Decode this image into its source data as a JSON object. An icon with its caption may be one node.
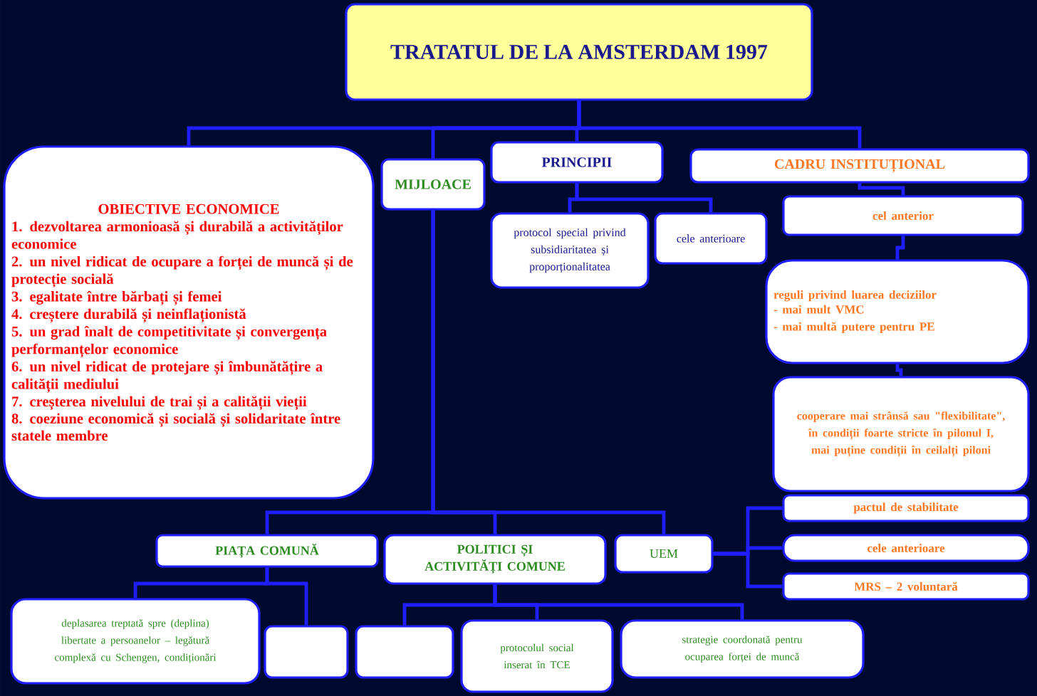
{
  "diagram": {
    "nodes": [
      {
        "text": [
          "TRATATUL DE LA AMSTERDAM 1997"
        ]
      },
      {
        "text": [
          "OBIECTIVE ECONOMICE",
          "1. dezvoltarea armonioasă și durabilă a activităților economice",
          "2. un nivel ridicat de ocupare a forței de muncă și de protecție socială",
          "3. egalitate între bărbați și femei",
          "4. creștere durabilă și neinflaționistă",
          "5. un grad înalt de competitivitate și convergența performanțelor economice",
          "6. un nivel ridicat de protejare și îmbunătățire a calității mediului",
          "7. creșterea nivelului de trai și a calității vieții",
          "8. coeziune economică și socială și solidaritate între statele membre"
        ]
      },
      {
        "text": [
          "MIJLOACE"
        ]
      },
      {
        "text": [
          "PRINCIPII"
        ]
      },
      {
        "text": [
          "CADRU INSTITUȚIONAL"
        ]
      },
      {
        "text": [
          "protocol special privind subsidiaritatea și proporționalitatea"
        ]
      },
      {
        "text": [
          "cele anterioare"
        ]
      },
      {
        "text": [
          "cel anterior"
        ]
      },
      {
        "text": [
          "reguli privind luarea deciziilor",
          "- mai mult VMC",
          "- mai multă putere pentru PE"
        ]
      },
      {
        "text": [
          "cooperare mai strânsă sau \"flexibilitate\", în condiții foarte stricte în pilonul I, mai puține condiții în ceilalți piloni"
        ]
      },
      {
        "text": [
          "PIAȚA COMUNĂ"
        ]
      },
      {
        "text": [
          "POLITICI ȘI ACTIVITĂȚI COMUNE"
        ]
      },
      {
        "text": [
          "UEM"
        ]
      },
      {
        "text": [
          "pactul de stabilitate"
        ]
      },
      {
        "text": [
          "cele anterioare"
        ]
      },
      {
        "text": [
          "MRS – 2 voluntară"
        ]
      },
      {
        "text": [
          "deplasarea treptată spre (deplina) libertate a persoanelor – legătură complexă cu Schengen, condiționări"
        ]
      },
      {
        "text": [],
        "shape": "box"
      },
      {
        "text": [],
        "shape": "box"
      },
      {
        "text": [
          "protocolul social inserat în TCE"
        ]
      },
      {
        "text": [
          "strategie coordonată pentru ocuparea forței de muncă"
        ]
      }
    ],
    "edges": [
      {
        "from": 0,
        "to": 1,
        "arrow": "none"
      },
      {
        "from": 0,
        "to": 2,
        "arrow": "none"
      },
      {
        "from": 0,
        "to": 3,
        "arrow": "none"
      },
      {
        "from": 0,
        "to": 4,
        "arrow": "none"
      },
      {
        "from": 3,
        "to": 5,
        "arrow": "none"
      },
      {
        "from": 3,
        "to": 6,
        "arrow": "none"
      },
      {
        "from": 4,
        "to": 7,
        "arrow": "none"
      },
      {
        "from": 7,
        "to": 8,
        "arrow": "none"
      },
      {
        "from": 8,
        "to": 9,
        "arrow": "none"
      },
      {
        "from": 2,
        "to": 10,
        "arrow": "none"
      },
      {
        "from": 2,
        "to": 11,
        "arrow": "none"
      },
      {
        "from": 2,
        "to": 12,
        "arrow": "none"
      },
      {
        "from": 12,
        "to": 13,
        "arrow": "none"
      },
      {
        "from": 12,
        "to": 14,
        "arrow": "none"
      },
      {
        "from": 12,
        "to": 15,
        "arrow": "none"
      },
      {
        "from": 10,
        "to": 16,
        "arrow": "none"
      },
      {
        "from": 10,
        "to": 17,
        "arrow": "none"
      },
      {
        "from": 11,
        "to": 18,
        "arrow": "none"
      },
      {
        "from": 11,
        "to": 19,
        "arrow": "none"
      },
      {
        "from": 11,
        "to": 20,
        "arrow": "none"
      }
    ]
  }
}
